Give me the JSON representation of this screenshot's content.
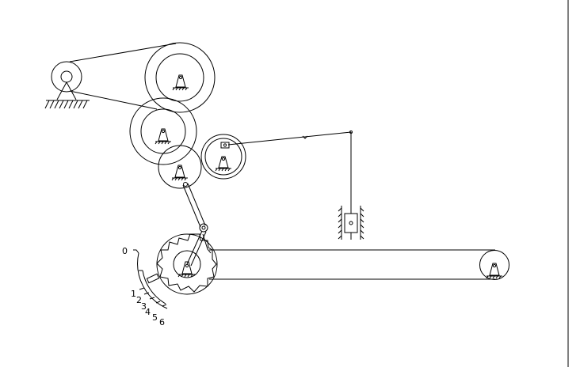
{
  "labels": {
    "index_0": "0",
    "index_1": "1",
    "index_2": "2",
    "index_3": "3",
    "index_4": "4",
    "index_5": "5",
    "index_6": "6"
  },
  "colors": {
    "stroke": "#000000",
    "background": "#ffffff"
  }
}
